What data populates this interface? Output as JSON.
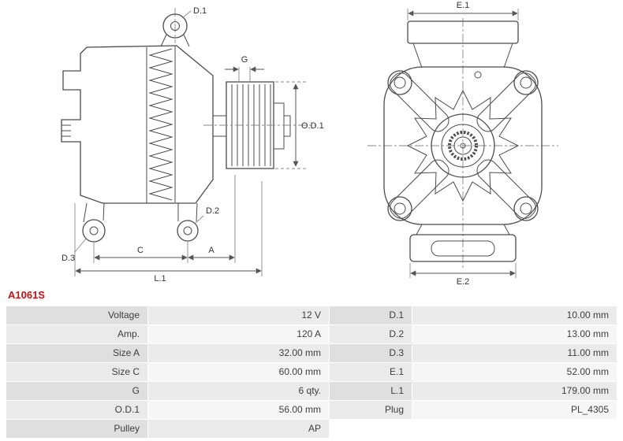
{
  "part_code": "A1061S",
  "colors": {
    "part_code": "#cc1111",
    "line_art": "#4c4c4c",
    "table_label_bg": "#dfdfdf",
    "table_value_bg": "#ebebeb"
  },
  "diagram": {
    "side_view": {
      "d1": "D.1",
      "g": "G",
      "od1": "O.D.1",
      "d2": "D.2",
      "d3": "D.3",
      "c": "C",
      "a": "A",
      "l1": "L.1"
    },
    "front_view": {
      "e1": "E.1",
      "e2": "E.2"
    }
  },
  "table": {
    "rows": [
      {
        "l1": "Voltage",
        "v1": "12 V",
        "l2": "D.1",
        "v2": "10.00 mm"
      },
      {
        "l1": "Amp.",
        "v1": "120 A",
        "l2": "D.2",
        "v2": "13.00 mm"
      },
      {
        "l1": "Size A",
        "v1": "32.00 mm",
        "l2": "D.3",
        "v2": "11.00 mm"
      },
      {
        "l1": "Size C",
        "v1": "60.00 mm",
        "l2": "E.1",
        "v2": "52.00 mm"
      },
      {
        "l1": "G",
        "v1": "6 qty.",
        "l2": "L.1",
        "v2": "179.00 mm"
      },
      {
        "l1": "O.D.1",
        "v1": "56.00 mm",
        "l2": "Plug",
        "v2": "PL_4305"
      },
      {
        "l1": "Pulley",
        "v1": "AP",
        "l2": "",
        "v2": ""
      }
    ]
  }
}
